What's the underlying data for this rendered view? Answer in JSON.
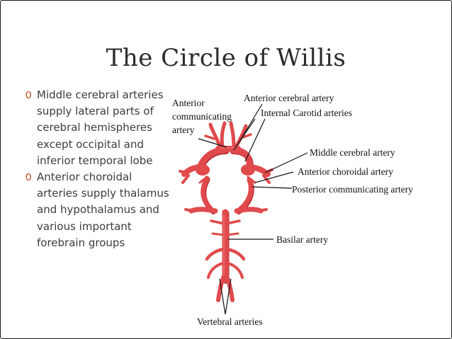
{
  "title": "The Circle of Willis",
  "bullets": [
    {
      "marker": "0",
      "text": "Middle cerebral arteries supply lateral parts of cerebral hemispheres except occipital and inferior temporal lobe"
    },
    {
      "marker": "0",
      "text": "Anterior choroidal arteries supply thalamus and hypothalamus and various important forebrain groups"
    }
  ],
  "diagram": {
    "labels": {
      "anterior_communicating_1": "Anterior",
      "anterior_communicating_2": "communicating",
      "anterior_communicating_3": "artery",
      "anterior_cerebral": "Anterior cerebral artery",
      "internal_carotid": "Internal Carotid arteries",
      "middle_cerebral": "Middle cerebral artery",
      "anterior_choroidal": "Anterior choroidal artery",
      "posterior_communicating": "Posterior communicating artery",
      "basilar": "Basilar artery",
      "vertebral": "Vertebral arteries"
    },
    "artery_color": "#e04a4c",
    "artery_shadow": "#b52d33"
  }
}
